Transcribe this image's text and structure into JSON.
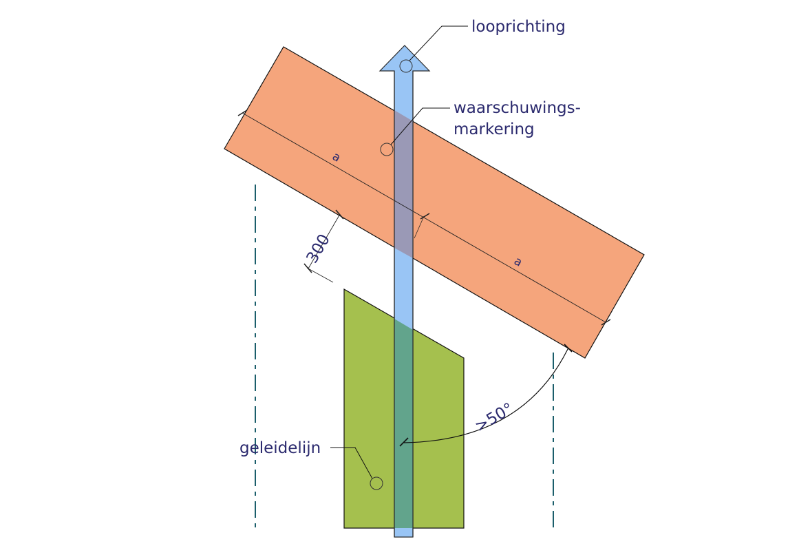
{
  "labels": {
    "walking_direction": "looprichting",
    "warning_marking_line1": "waarschuwings-",
    "warning_marking_line2": "markering",
    "guide_line": "geleidelijn",
    "dimension_a_upper": "a",
    "dimension_a_lower": "a",
    "dimension_300": "300",
    "angle": ">50°"
  },
  "colors": {
    "warning_marking_fill": "#f5a57c",
    "guide_line_fill": "#a5c04e",
    "walking_arrow_fill": "#99c5f5",
    "walking_arrow_over_orange": "#9a99b6",
    "walking_arrow_over_green": "#62a48c",
    "dashed_boundary": "#1b5e6b",
    "label_text": "#2b2a6e"
  }
}
